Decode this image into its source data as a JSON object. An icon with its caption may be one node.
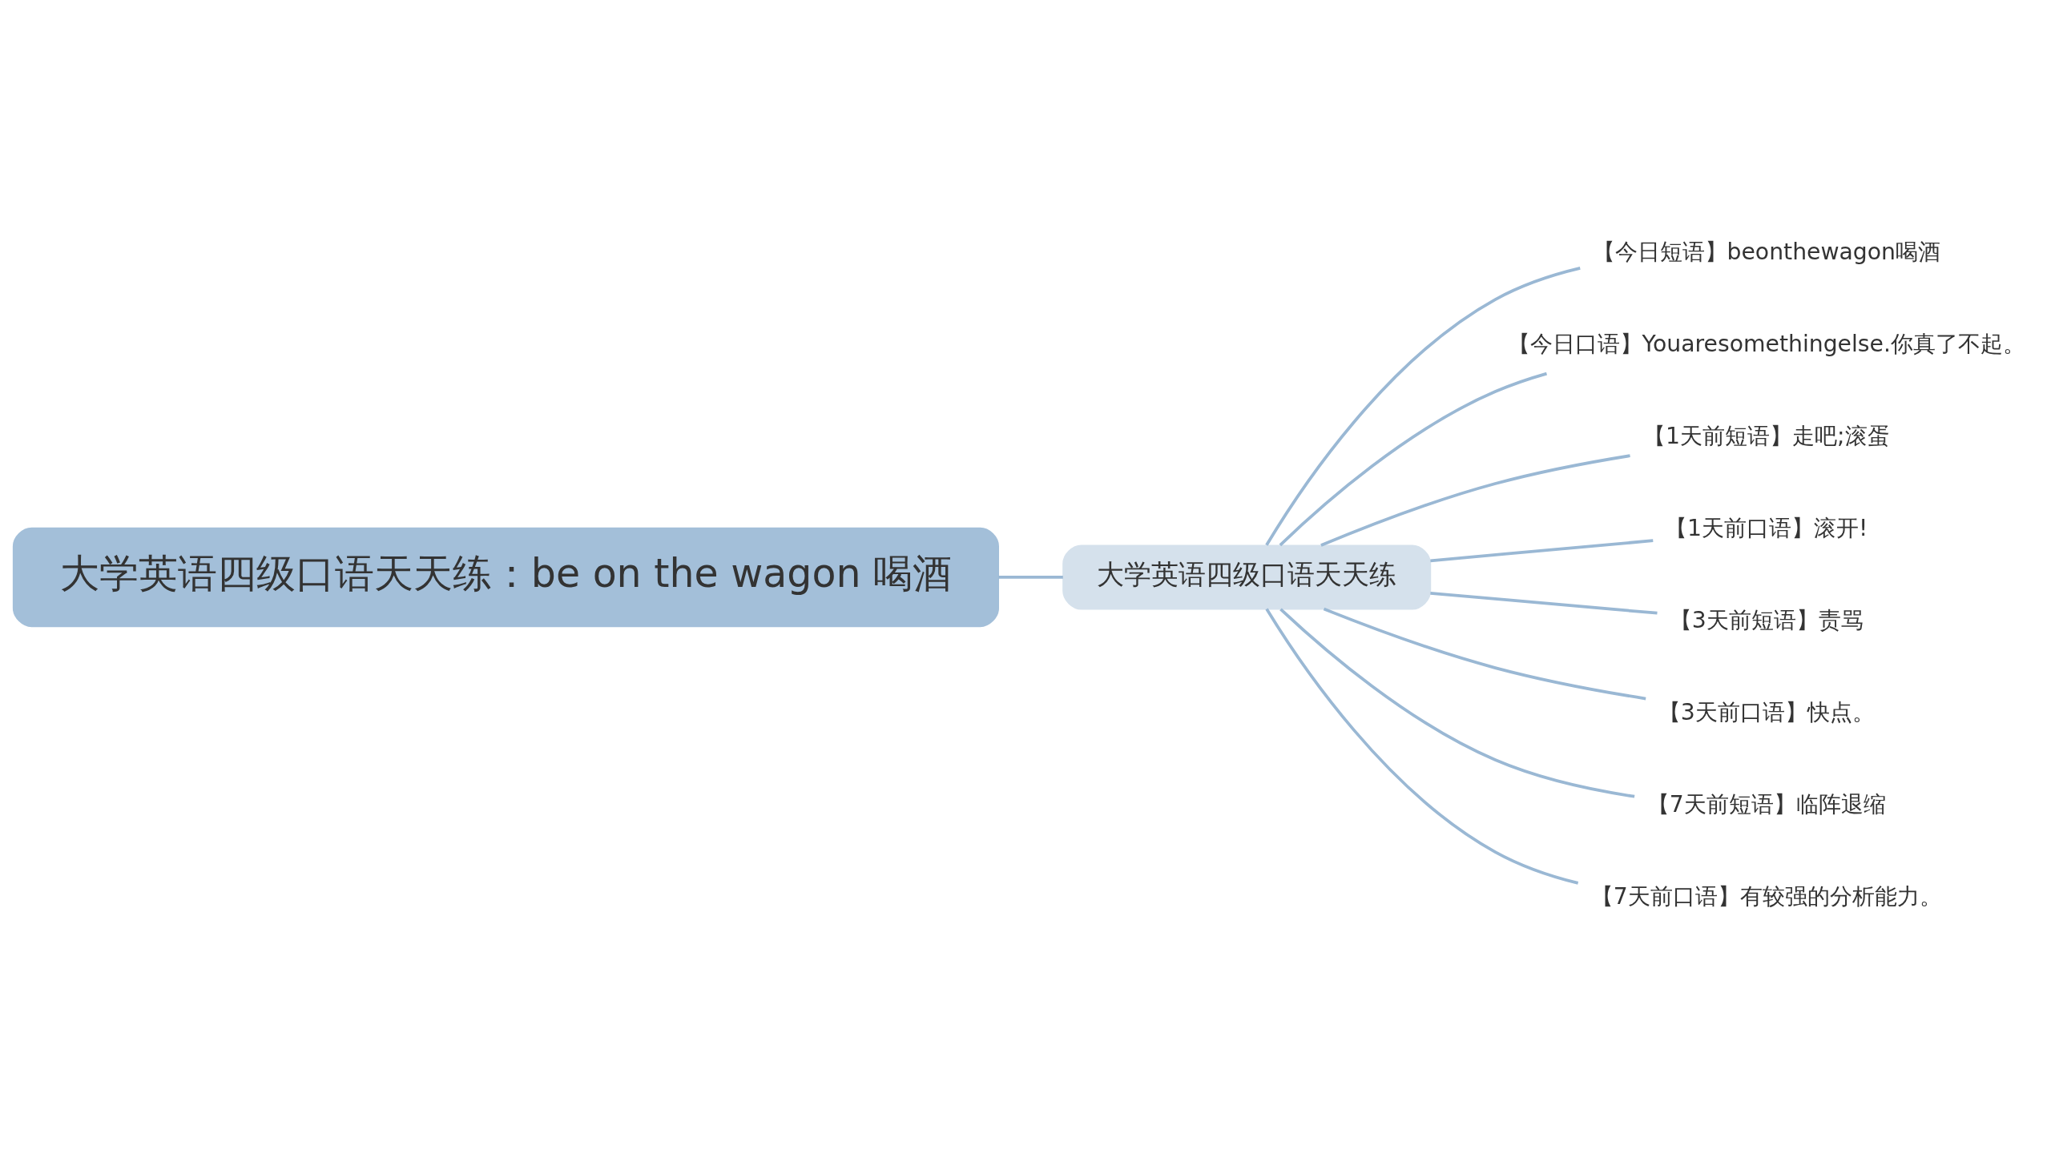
{
  "diagram": {
    "nodes": [
      {
        "text": [
          "大学英语四级口语天天练：be on the wagon 喝酒"
        ]
      },
      {
        "text": [
          "大学英语四级口语天天练"
        ]
      },
      {
        "text": [
          "【今日短语】beonthewagon喝酒"
        ]
      },
      {
        "text": [
          "【今日口语】Youaresomethingelse.你真了不起。"
        ]
      },
      {
        "text": [
          "【1天前短语】走吧;滚蛋"
        ]
      },
      {
        "text": [
          "【1天前口语】滚开!"
        ]
      },
      {
        "text": [
          "【3天前短语】责骂"
        ]
      },
      {
        "text": [
          "【3天前口语】快点。"
        ]
      },
      {
        "text": [
          "【7天前短语】临阵退缩"
        ]
      },
      {
        "text": [
          "【7天前口语】有较强的分析能力。"
        ]
      }
    ],
    "edges": [
      {
        "from": 0,
        "to": 1,
        "arrow": "none"
      },
      {
        "from": 1,
        "to": 2,
        "arrow": "none"
      },
      {
        "from": 1,
        "to": 3,
        "arrow": "none"
      },
      {
        "from": 1,
        "to": 4,
        "arrow": "none"
      },
      {
        "from": 1,
        "to": 5,
        "arrow": "none"
      },
      {
        "from": 1,
        "to": 6,
        "arrow": "none"
      },
      {
        "from": 1,
        "to": 7,
        "arrow": "none"
      },
      {
        "from": 1,
        "to": 8,
        "arrow": "none"
      },
      {
        "from": 1,
        "to": 9,
        "arrow": "none"
      }
    ]
  }
}
